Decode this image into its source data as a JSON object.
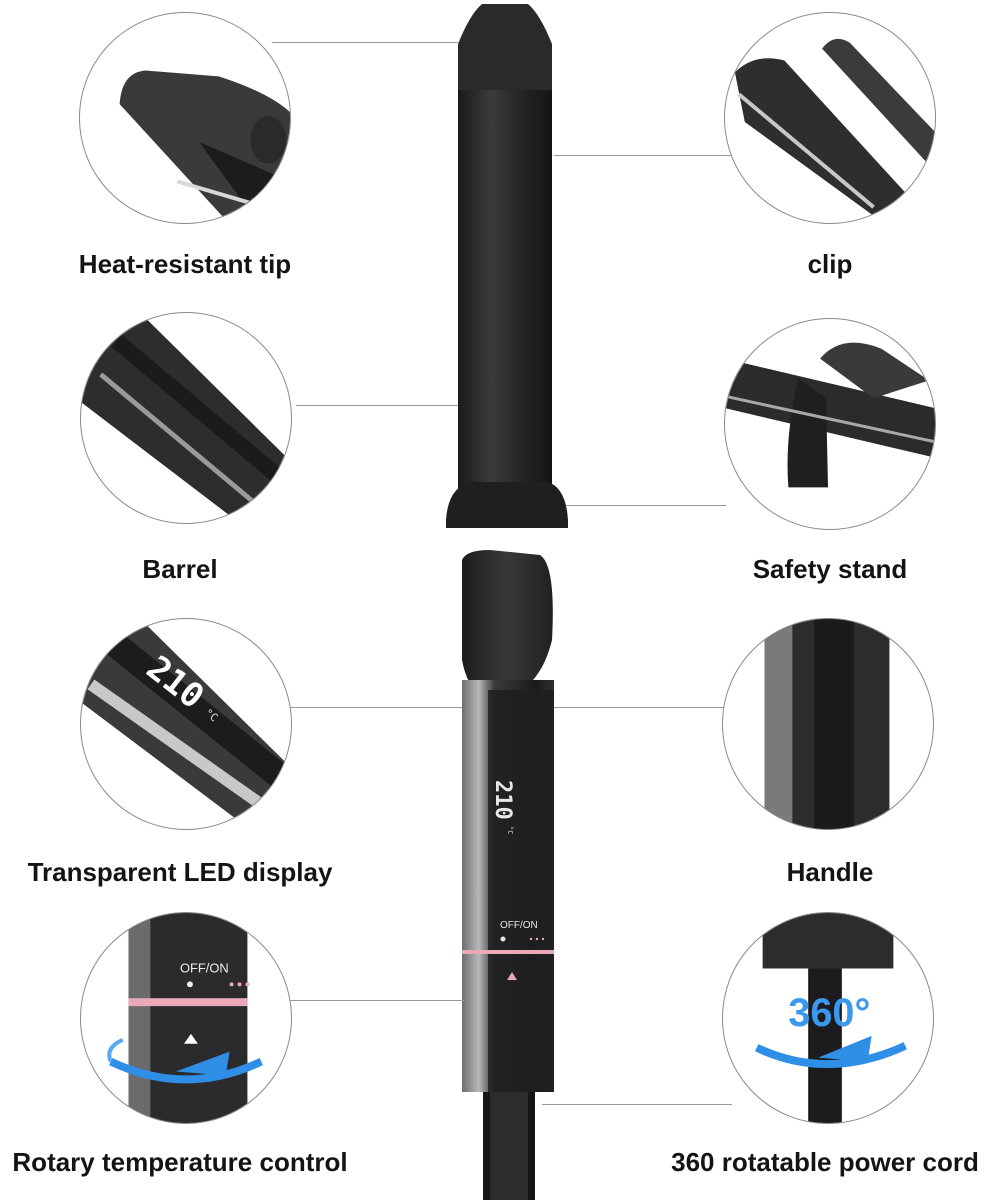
{
  "callouts": {
    "heat_resistant_tip": "Heat-resistant tip",
    "clip": "clip",
    "barrel": "Barrel",
    "safety_stand": "Safety stand",
    "led_display": "Transparent LED display",
    "handle": "Handle",
    "rotary_control": "Rotary temperature control",
    "power_cord": "360 rotatable power cord"
  },
  "device": {
    "temperature": "210",
    "temperature_unit": "°C",
    "power_label": "OFF/ON",
    "rotation_badge": "360°"
  },
  "colors": {
    "device_body": "#2b2b2d",
    "accent_ring": "#e9a9b6",
    "rotation_arrow": "#2f8fe6"
  }
}
